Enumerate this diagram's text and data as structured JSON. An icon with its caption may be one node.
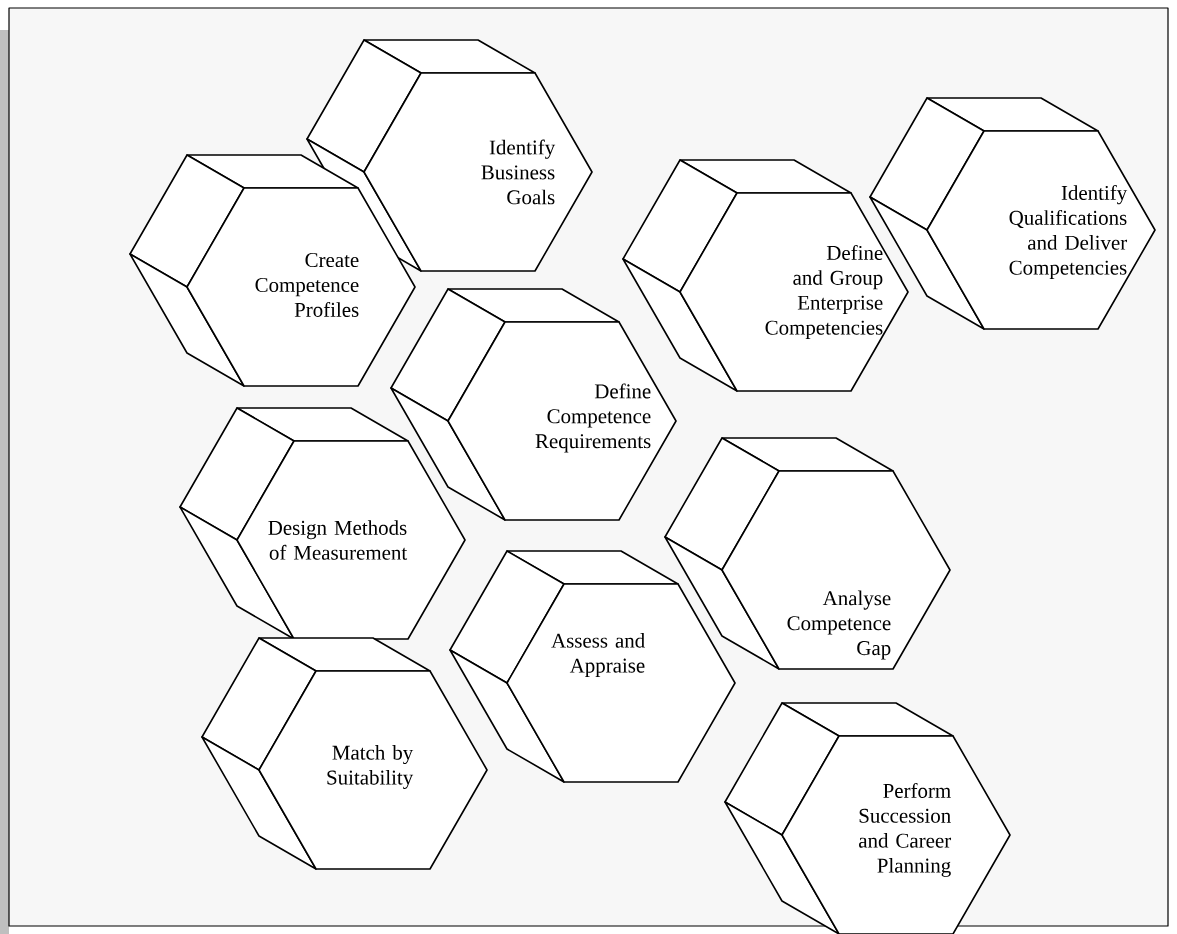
{
  "diagram": {
    "nodes": [
      {
        "text": [
          "Identify Business Goals"
        ]
      },
      {
        "text": [
          "Identify Qualifications and Deliver Competencies"
        ]
      },
      {
        "text": [
          "Create Competence Profiles"
        ]
      },
      {
        "text": [
          "Define and Group Enterprise Competencies"
        ]
      },
      {
        "text": [
          "Define Competence Requirements"
        ]
      },
      {
        "text": [
          "Design Methods of Measurement"
        ]
      },
      {
        "text": [
          "Analyse Competence Gap"
        ]
      },
      {
        "text": [
          "Assess and Appraise"
        ]
      },
      {
        "text": [
          "Match by Suitability"
        ]
      },
      {
        "text": [
          "Perform Succession and Career Planning"
        ]
      }
    ]
  }
}
